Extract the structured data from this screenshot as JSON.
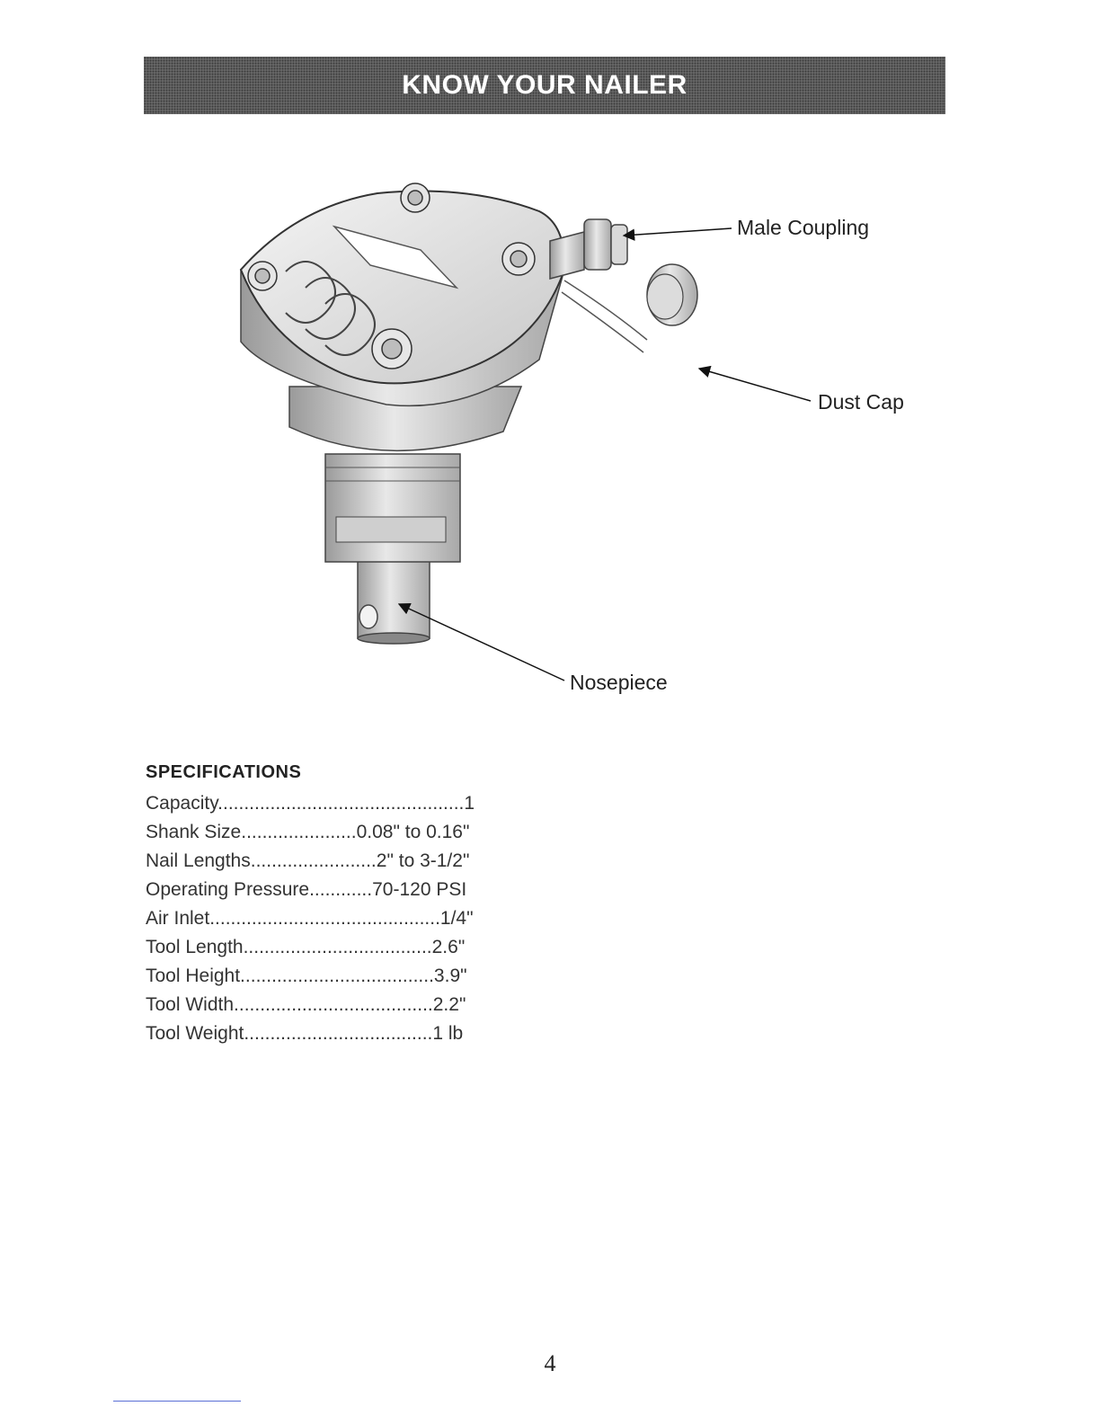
{
  "header": {
    "title": "KNOW YOUR NAILER"
  },
  "diagram": {
    "callouts": {
      "male_coupling": "Male Coupling",
      "dust_cap": "Dust Cap",
      "nosepiece": "Nosepiece"
    }
  },
  "specifications": {
    "heading": "SPECIFICATIONS",
    "rows": [
      "Capacity...............................................1",
      "Shank Size......................0.08\" to 0.16\"",
      "Nail Lengths........................2\" to 3-1/2\"",
      "Operating Pressure............70-120 PSI",
      "Air Inlet............................................1/4\"",
      "Tool Length....................................2.6\"",
      "Tool Height.....................................3.9\"",
      "Tool Width......................................2.2\"",
      "Tool Weight....................................1 lb"
    ]
  },
  "footer": {
    "page_number": "4"
  }
}
